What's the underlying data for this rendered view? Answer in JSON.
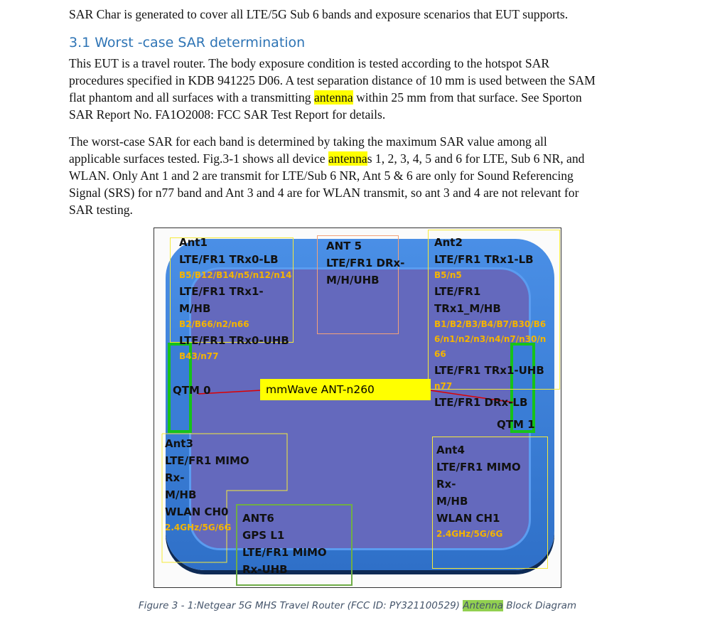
{
  "intro": "SAR Char is generated to cover all LTE/5G Sub 6 bands and exposure scenarios that EUT supports.",
  "heading": "3.1 Worst -case SAR determination",
  "p1": [
    "This EUT is a travel router. The body exposure condition is tested according to the hotspot SAR",
    "procedures specified in KDB 941225 D06. A test separation distance of 10 mm is used between the SAM",
    "flat phantom and all surfaces with a transmitting ",
    "antenna",
    " within 25 mm from that surface. See Sporton",
    "SAR Report No. FA1O2008: FCC SAR Test Report for details."
  ],
  "p2": [
    "The worst-case SAR for each band is determined by taking the maximum SAR value among all",
    "applicable surfaces tested. Fig.3-1 shows all device ",
    "antenna",
    "s 1, 2, 3, 4, 5 and 6 for LTE, Sub 6 NR, and",
    "WLAN. Only Ant 1 and 2 are transmit for LTE/Sub 6 NR, Ant 5 & 6 are only for Sound Referencing",
    "Signal (SRS) for n77 band and Ant 3 and 4 are for WLAN transmit, so ant 3 and 4 are not relevant for",
    "SAR testing."
  ],
  "diagram": {
    "ant1": [
      "Ant1",
      "LTE/FR1 TRx0-LB",
      "B5/B12/B14/n5/n12/n14",
      "LTE/FR1 TRx1-",
      "M/HB",
      "B2/B66/n2/n66",
      "LTE/FR1 TRx0-UHB",
      "B43/n77"
    ],
    "ant5": [
      "ANT 5",
      "LTE/FR1 DRx-",
      "M/H/UHB"
    ],
    "ant2": [
      "Ant2",
      "LTE/FR1 TRx1-LB",
      "B5/n5",
      "LTE/FR1",
      "TRx1_M/HB",
      "B1/B2/B3/B4/B7/B30/B6",
      "6/n1/n2/n3/n4/n7/n30/n",
      "66",
      "LTE/FR1 TRx1-UHB",
      "n77",
      "LTE/FR1 DRx-LB"
    ],
    "qtm0": "QTM 0",
    "qtm1": "QTM 1",
    "mmwave": "mmWave ANT-n260",
    "ant3": [
      "Ant3",
      "LTE/FR1 MIMO",
      "Rx-",
      "M/HB",
      "WLAN CH0",
      "2.4GHz/5G/6G"
    ],
    "ant6": [
      "ANT6",
      "GPS L1",
      "LTE/FR1 MIMO",
      "Rx-UHB"
    ],
    "ant4": [
      "Ant4",
      "LTE/FR1 MIMO",
      "Rx-",
      "M/HB",
      "WLAN CH1",
      "2.4GHz/5G/6G"
    ]
  },
  "caption": [
    "Figure 3 - 1:Netgear 5G MHS Travel Router (FCC ID: PY321100529) ",
    "Antenna",
    " Block Diagram"
  ]
}
